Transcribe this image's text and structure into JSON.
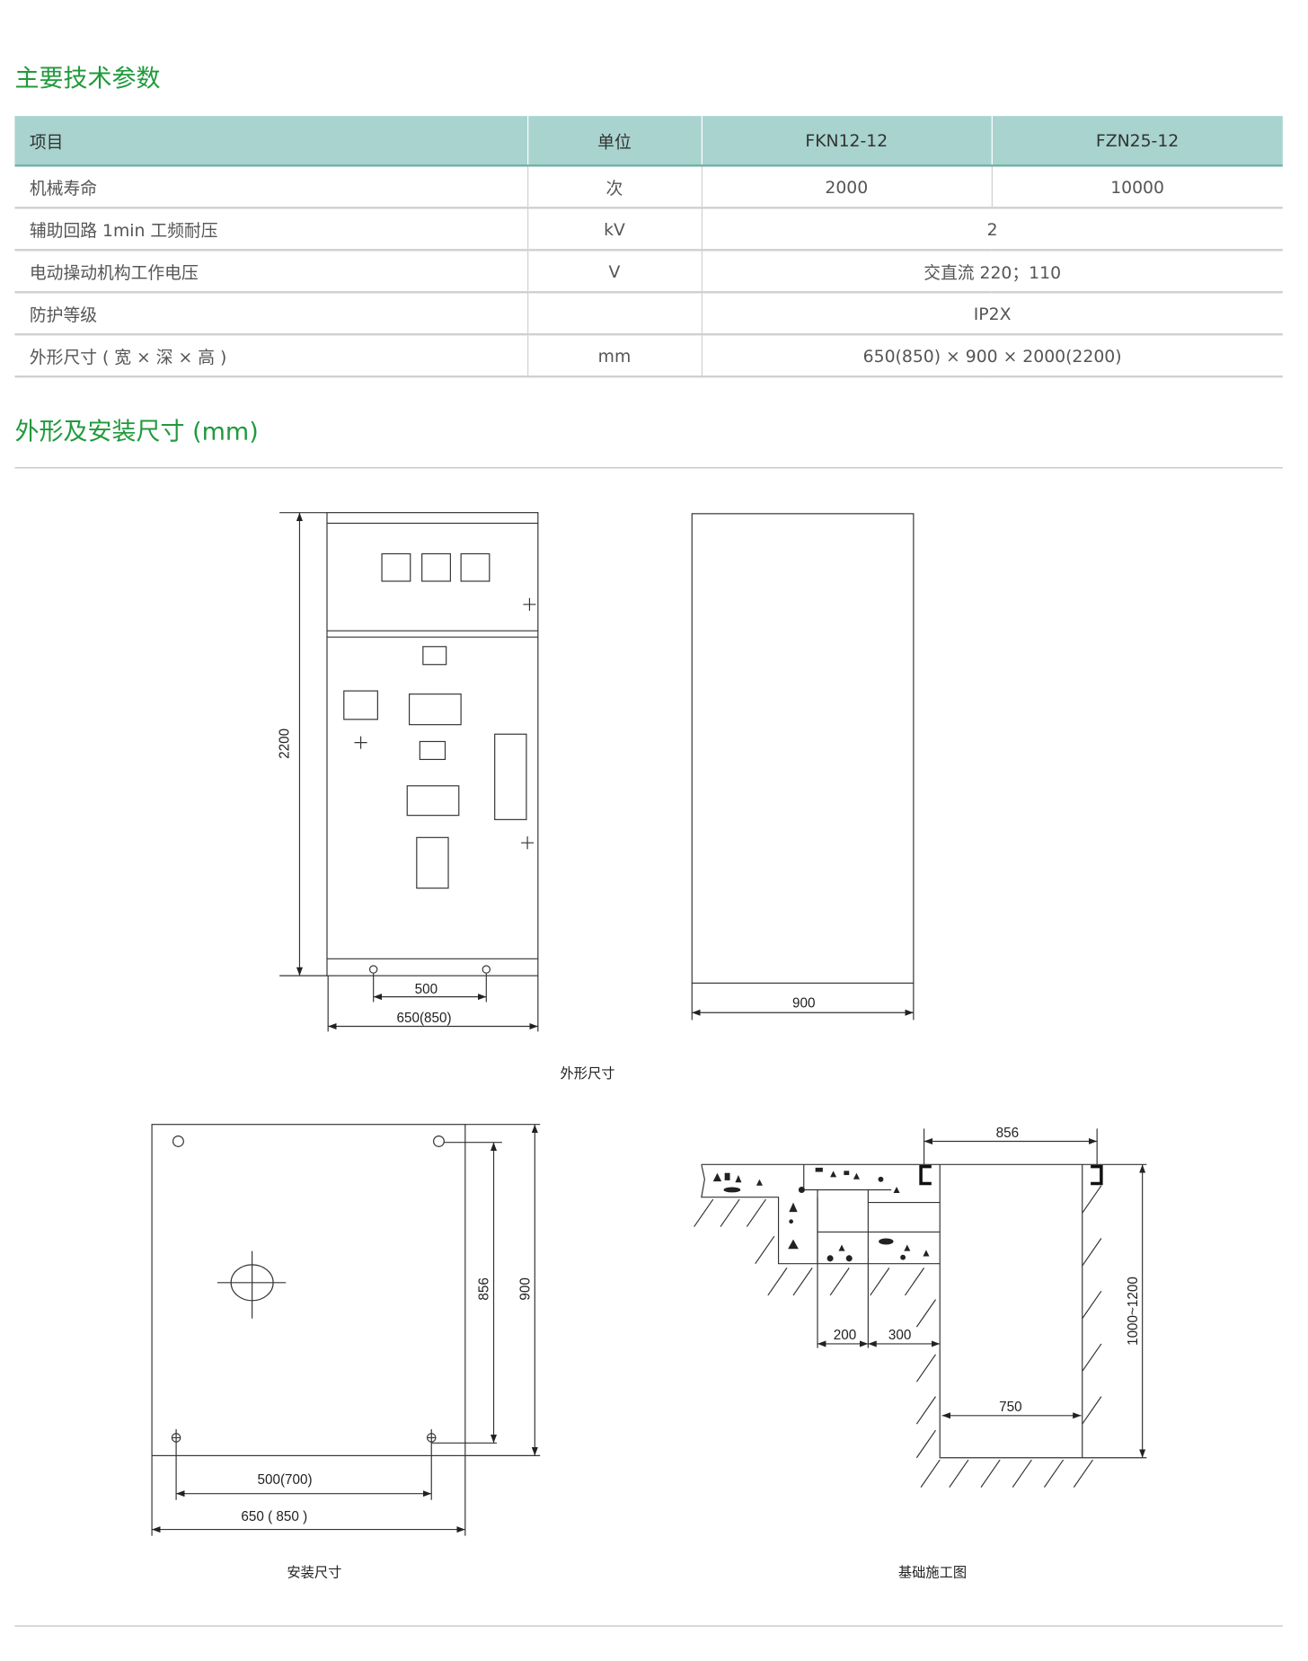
{
  "sections": {
    "params_title": "主要技术参数",
    "dims_title": "外形及安装尺寸 (mm)"
  },
  "table": {
    "headers": [
      "项目",
      "单位",
      "FKN12-12",
      "FZN25-12"
    ],
    "rows": [
      {
        "item": "机械寿命",
        "unit": "次",
        "v1": "2000",
        "v2": "10000"
      },
      {
        "item": "辅助回路 1min 工频耐压",
        "unit": "kV",
        "v": "2"
      },
      {
        "item": "电动操动机构工作电压",
        "unit": "V",
        "v": "交直流 220；110"
      },
      {
        "item": "防护等级",
        "unit": "",
        "v": "IP2X"
      },
      {
        "item": "外形尺寸 ( 宽 × 深 × 高 )",
        "unit": "mm",
        "v": "650(850) × 900 × 2000(2200)"
      }
    ]
  },
  "drawings": {
    "front": {
      "height": "2200",
      "hole_spacing": "500",
      "width": "650(850)"
    },
    "side": {
      "depth": "900"
    },
    "outline_caption": "外形尺寸",
    "install": {
      "d1": "856",
      "d2": "900",
      "w1": "500(700)",
      "w2": "650 ( 850 )",
      "caption": "安装尺寸"
    },
    "foundation": {
      "top": "856",
      "a": "200",
      "b": "300",
      "pit": "750",
      "depth": "1000~1200",
      "caption": "基础施工图"
    }
  }
}
